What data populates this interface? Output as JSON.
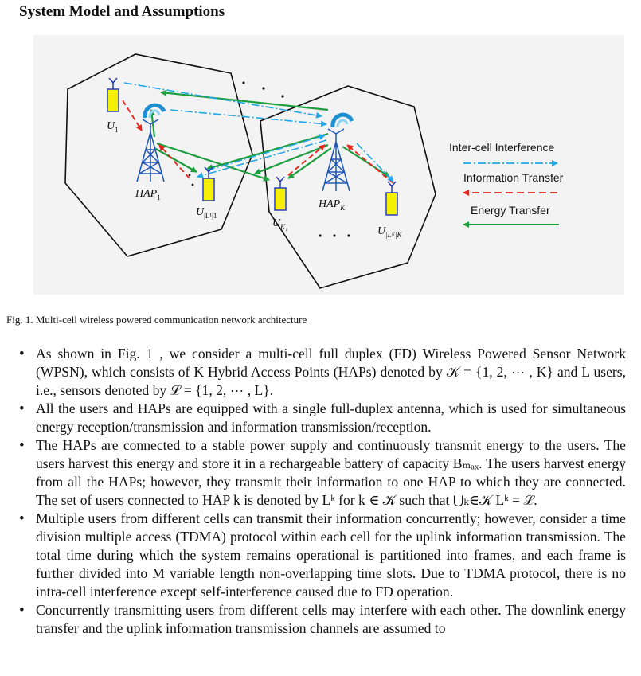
{
  "section_title": "System Model and Assumptions",
  "figure": {
    "labels": {
      "u1": "U",
      "u1_sub": "1",
      "hap1": "HAP",
      "hap1_sub": "1",
      "ul1": "U",
      "ul1_sub": "|L¹|1",
      "uk1": "U",
      "uk1_sub": "K₁",
      "hapk": "HAP",
      "hapk_sub": "K",
      "ulk": "U",
      "ulk_sub": "|Lᴷ|K"
    },
    "legend": {
      "interference": "Inter-cell Interference",
      "information": "Information Transfer",
      "energy": "Energy Transfer"
    },
    "colors": {
      "interference": "#22a7e6",
      "information": "#e8241c",
      "energy": "#1e9e3e",
      "user_device": "#f4f000",
      "antenna": "#2a3fbf",
      "tower": "#1f57b8",
      "background": "#f3f3f3"
    }
  },
  "caption": "Fig. 1.  Multi-cell wireless powered communication network architecture",
  "bullets": [
    "As shown in Fig. 1 , we consider a multi-cell full duplex (FD) Wireless Powered Sensor Network (WPSN), which consists of K Hybrid Access Points (HAPs) denoted by 𝒦 = {1, 2, ⋯ , K} and L users, i.e., sensors denoted by ℒ = {1, 2, ⋯ , L}.",
    "All the users and HAPs are equipped with a single full-duplex antenna, which is used for simultaneous energy reception/transmission and information transmission/reception.",
    "The HAPs are connected to a stable power supply and continuously transmit energy to the users. The users harvest this energy and store it in a rechargeable battery of capacity Bₘₐₓ. The users harvest energy from all the HAPs; however, they transmit their information to one HAP to which they are connected. The set of users connected to HAP k is denoted by Lᵏ for k ∈ 𝒦 such that ⋃ₖ∈𝒦 Lᵏ = ℒ.",
    "Multiple users from different cells can transmit their information concurrently; however, consider a time division multiple access (TDMA) protocol within each cell for the uplink information transmission. The total time during which the system remains operational is partitioned into frames, and each frame is further divided into M variable length non-overlapping time slots. Due to TDMA protocol, there is no intra-cell interference except self-interference caused due to FD operation.",
    "Concurrently transmitting users from different cells may interfere with each other. The downlink energy transfer and the uplink information transmission channels are assumed to"
  ]
}
